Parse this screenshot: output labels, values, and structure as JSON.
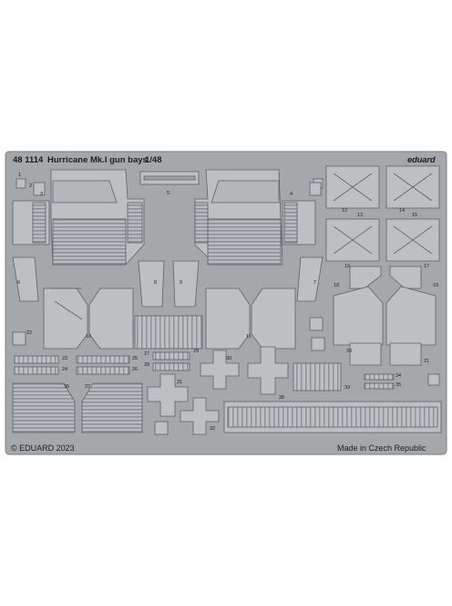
{
  "header": {
    "code": "48 1114",
    "title": "Hurricane Mk.I gun bays",
    "scale": "1/48",
    "brand": "eduard"
  },
  "footer": {
    "copyright": "© EDUARD 2023",
    "origin": "Made in Czech Republic"
  },
  "part_numbers": [
    "1",
    "2",
    "3",
    "4",
    "5",
    "6",
    "7",
    "8",
    "9",
    "10",
    "11",
    "12",
    "13",
    "14",
    "15",
    "16",
    "17",
    "18",
    "19",
    "20",
    "21",
    "22",
    "23",
    "24",
    "25",
    "26",
    "27",
    "28",
    "29",
    "30",
    "31",
    "32",
    "33",
    "34",
    "35",
    "36",
    "37",
    "38"
  ],
  "colors": {
    "background": "#ffffff",
    "fret": "#a4a8ab",
    "part": "#bcc0c3",
    "edge": "#5e6266",
    "text": "#1e1e1e"
  }
}
